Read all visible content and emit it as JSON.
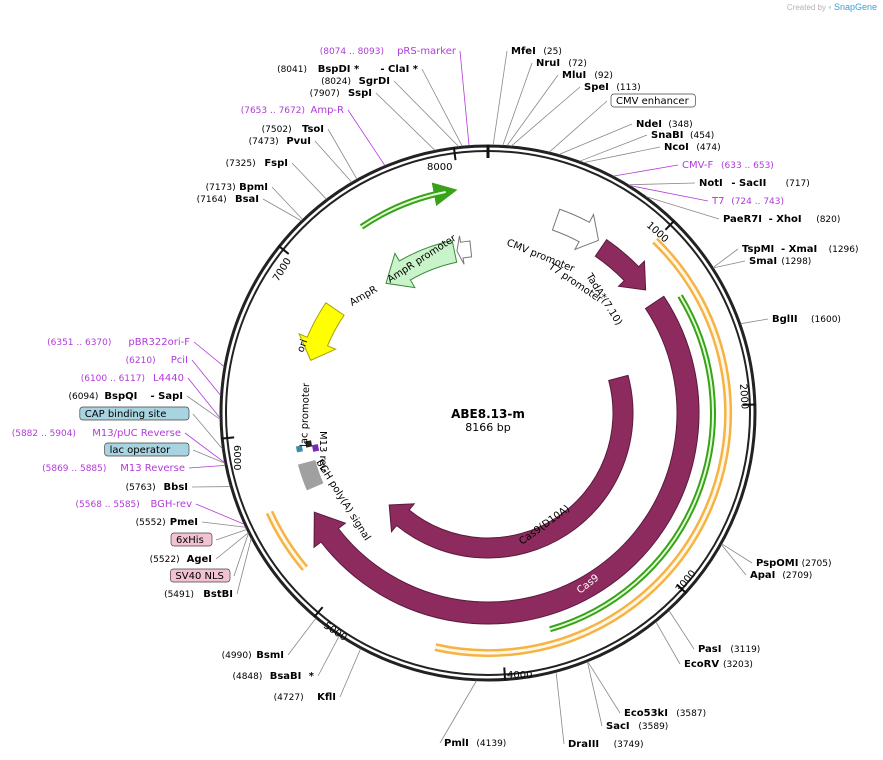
{
  "branding": {
    "created_by": "Created by",
    "app": "SnapGene"
  },
  "plasmid": {
    "name": "ABE8.13-m",
    "length_label": "8166 bp",
    "length": 8166
  },
  "colors": {
    "backbone": "#222222",
    "cas9": "#8d2b5f",
    "primer": "#b23ad9",
    "orange_band": "#f5a623",
    "green_band": "#3aa11a",
    "ampr": "#c9f3c9",
    "ori": "#ffff00",
    "cap_site": "#a8d3e1",
    "lac_op": "#a8d3e1",
    "nls": "#f3c2d2"
  },
  "ticks": [
    "1000",
    "2000",
    "3000",
    "4000",
    "5000",
    "6000",
    "7000",
    "8000"
  ],
  "sites": [
    {
      "name": "MfeI",
      "pos": "(25)"
    },
    {
      "name": "NruI",
      "pos": "(72)"
    },
    {
      "name": "MluI",
      "pos": "(92)"
    },
    {
      "name": "SpeI",
      "pos": "(113)"
    },
    {
      "name": "CMV enhancer",
      "pos": ""
    },
    {
      "name": "NdeI",
      "pos": "(348)"
    },
    {
      "name": "SnaBI",
      "pos": "(454)"
    },
    {
      "name": "NcoI",
      "pos": "(474)"
    },
    {
      "name": "CMV-F",
      "pos": "(633 .. 653)"
    },
    {
      "name": "NotI",
      "name2": "- SacII",
      "pos": "(717)"
    },
    {
      "name": "T7",
      "pos": "(724 .. 743)"
    },
    {
      "name": "PaeR7I",
      "name2": "- XhoI",
      "pos": "(820)"
    },
    {
      "name": "TspMI",
      "name2": "- XmaI",
      "pos": "(1296)"
    },
    {
      "name": "SmaI",
      "pos": "(1298)"
    },
    {
      "name": "BglII",
      "pos": "(1600)"
    },
    {
      "name": "PspOMI",
      "pos": "(2705)"
    },
    {
      "name": "ApaI",
      "pos": "(2709)"
    },
    {
      "name": "PasI",
      "pos": "(3119)"
    },
    {
      "name": "EcoRV",
      "pos": "(3203)"
    },
    {
      "name": "Eco53kI",
      "pos": "(3587)"
    },
    {
      "name": "SacI",
      "pos": "(3589)"
    },
    {
      "name": "DraIII",
      "pos": "(3749)"
    },
    {
      "name": "PmlI",
      "pos": "(4139)"
    },
    {
      "name": "KflI",
      "pos": "(4727)"
    },
    {
      "name": "BsaBI",
      "name2": "*",
      "pos": "(4848)"
    },
    {
      "name": "BsmI",
      "pos": "(4990)"
    },
    {
      "name": "BstBI",
      "pos": "(5491)"
    },
    {
      "name": "SV40 NLS",
      "pos": ""
    },
    {
      "name": "AgeI",
      "pos": "(5522)"
    },
    {
      "name": "6xHis",
      "pos": ""
    },
    {
      "name": "PmeI",
      "pos": "(5552)"
    },
    {
      "name": "BGH-rev",
      "pos": "(5568 .. 5585)"
    },
    {
      "name": "BbsI",
      "pos": "(5763)"
    },
    {
      "name": "M13 Reverse",
      "pos": "(5869 .. 5885)"
    },
    {
      "name": "lac operator",
      "pos": ""
    },
    {
      "name": "M13/pUC Reverse",
      "pos": "(5882 .. 5904)"
    },
    {
      "name": "CAP binding site",
      "pos": ""
    },
    {
      "name": "BspQI",
      "name2": "- SapI",
      "pos": "(6094)"
    },
    {
      "name": "L4440",
      "pos": "(6100 .. 6117)"
    },
    {
      "name": "PciI",
      "pos": "(6210)"
    },
    {
      "name": "pBR322ori-F",
      "pos": "(6351 .. 6370)"
    },
    {
      "name": "BsaI",
      "pos": "(7164)"
    },
    {
      "name": "BpmI",
      "pos": "(7173)"
    },
    {
      "name": "FspI",
      "pos": "(7325)"
    },
    {
      "name": "PvuI",
      "pos": "(7473)"
    },
    {
      "name": "TsoI",
      "pos": "(7502)"
    },
    {
      "name": "Amp-R",
      "pos": "(7653 .. 7672)"
    },
    {
      "name": "SspI",
      "pos": "(7907)"
    },
    {
      "name": "SgrDI",
      "pos": "(8024)"
    },
    {
      "name": "BspDI *",
      "name2": "- ClaI *",
      "pos": "(8041)"
    },
    {
      "name": "pRS-marker",
      "pos": "(8074 .. 8093)"
    }
  ],
  "features": [
    {
      "name": "CMV promoter"
    },
    {
      "name": "T7 promoter"
    },
    {
      "name": "TadA*(7.10)"
    },
    {
      "name": "Cas9(D10A)"
    },
    {
      "name": "Cas9"
    },
    {
      "name": "AmpR"
    },
    {
      "name": "AmpR promoter"
    },
    {
      "name": "ori"
    },
    {
      "name": "lac promoter"
    },
    {
      "name": "M13 rev"
    },
    {
      "name": "bGH poly(A) signal"
    }
  ]
}
